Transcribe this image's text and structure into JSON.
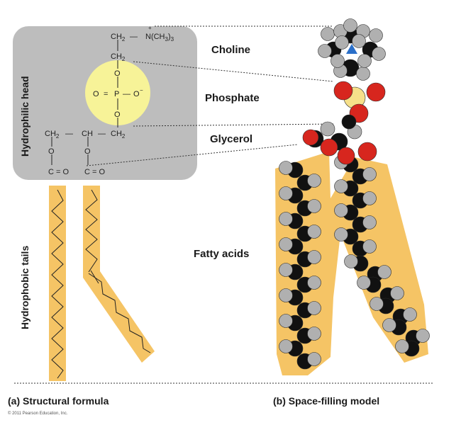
{
  "colors": {
    "head_box": "#bdbdbd",
    "phosphate_circle": "#f7f398",
    "tail_fill": "#f5c465",
    "carbon": "#111111",
    "hydrogen": "#b0b0b0",
    "oxygen": "#d7261e",
    "nitrogen": "#2a6fc9",
    "phosphorus": "#f6e08a"
  },
  "labels": {
    "choline": "Choline",
    "phosphate": "Phosphate",
    "glycerol": "Glycerol",
    "fatty_acids": "Fatty acids",
    "hydrophilic_head": "Hydrophilic head",
    "hydrophobic_tails": "Hydrophobic tails",
    "caption_a": "(a) Structural formula",
    "caption_b": "(b) Space-filling model",
    "copyright": "© 2011 Pearson Education, Inc."
  },
  "formula": {
    "ch2_top": "CH",
    "ch2_top_sub": "2",
    "dash_top": "—",
    "n_group": "N(CH",
    "n_group_sub": "3",
    "n_group_close": ")",
    "n_group_sub2": "3",
    "plus": "+",
    "ch2_mid": "CH",
    "ch2_mid_sub": "2",
    "o_upper": "O",
    "o_left": "O",
    "eq_left": "=",
    "p": "P",
    "dash_right": "—",
    "o_right": "O",
    "minus": "−",
    "o_lower": "O",
    "gly_left": "CH",
    "gly_left_sub": "2",
    "gly_dash1": "—",
    "gly_mid": "CH",
    "gly_dash2": "—",
    "gly_right": "CH",
    "gly_right_sub": "2",
    "ester_o1": "O",
    "ester_o2": "O",
    "carbonyl1": "C = O",
    "carbonyl2": "C = O"
  }
}
